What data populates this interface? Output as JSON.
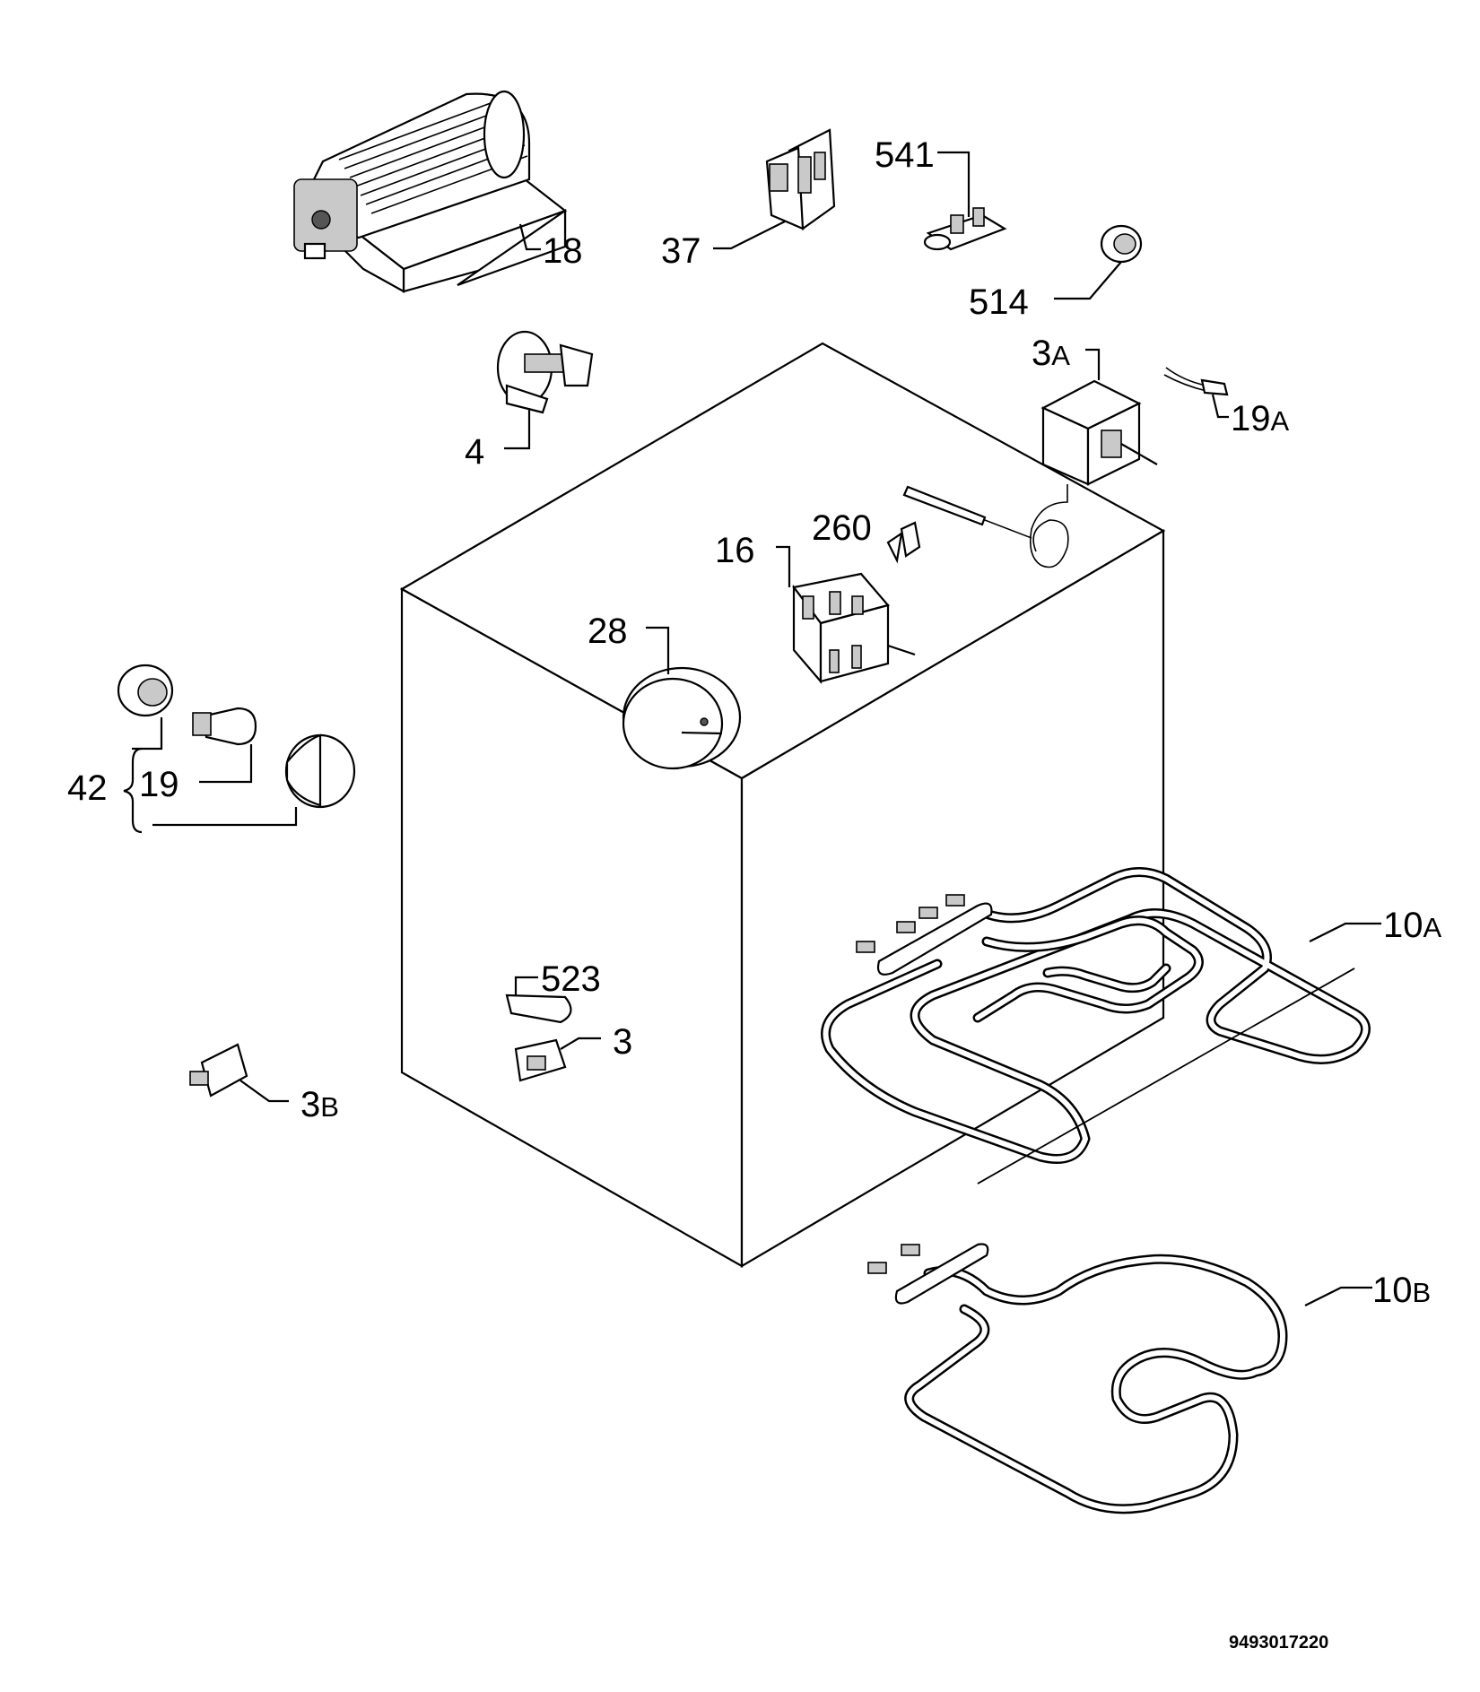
{
  "callouts": {
    "c18": "18",
    "c37": "37",
    "c541": "541",
    "c514": "514",
    "c3A_main": "3",
    "c3A_sub": "A",
    "c19A_main": "19",
    "c19A_sub": "A",
    "c4": "4",
    "c260": "260",
    "c16": "16",
    "c28": "28",
    "c42": "42",
    "c19": "19",
    "c10A_main": "10",
    "c10A_sub": "A",
    "c523": "523",
    "c3": "3",
    "c3B_main": "3",
    "c3B_sub": "B",
    "c10B_main": "10",
    "c10B_sub": "B"
  },
  "document_number": "9493017220"
}
